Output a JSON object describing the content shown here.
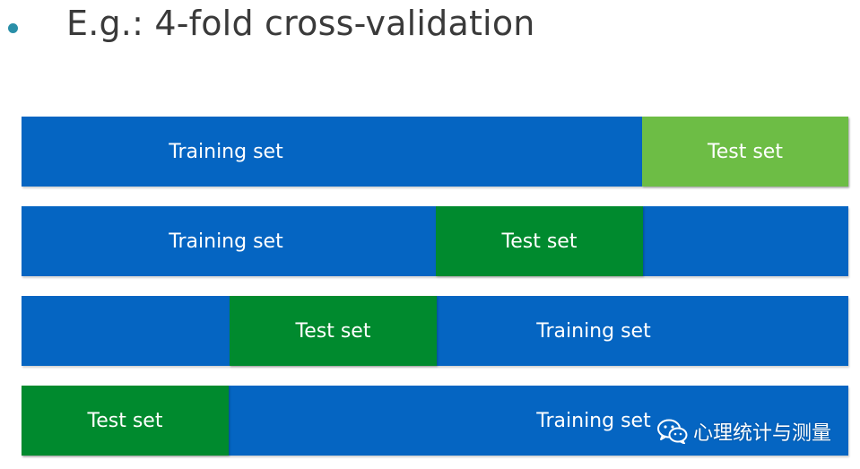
{
  "title": "E.g.: 4-fold cross-validation",
  "labels": {
    "training": "Training set",
    "test": "Test set"
  },
  "folds": [
    {
      "test_fold_index": 4,
      "test_color": "#6dbd45"
    },
    {
      "test_fold_index": 3,
      "test_color": "#008a2e"
    },
    {
      "test_fold_index": 2,
      "test_color": "#008a2e"
    },
    {
      "test_fold_index": 1,
      "test_color": "#008a2e"
    }
  ],
  "colors": {
    "training": "#0565c2",
    "bullet": "#2a8fa8"
  },
  "watermark": {
    "text": "心理统计与测量",
    "icon": "wechat-icon"
  }
}
